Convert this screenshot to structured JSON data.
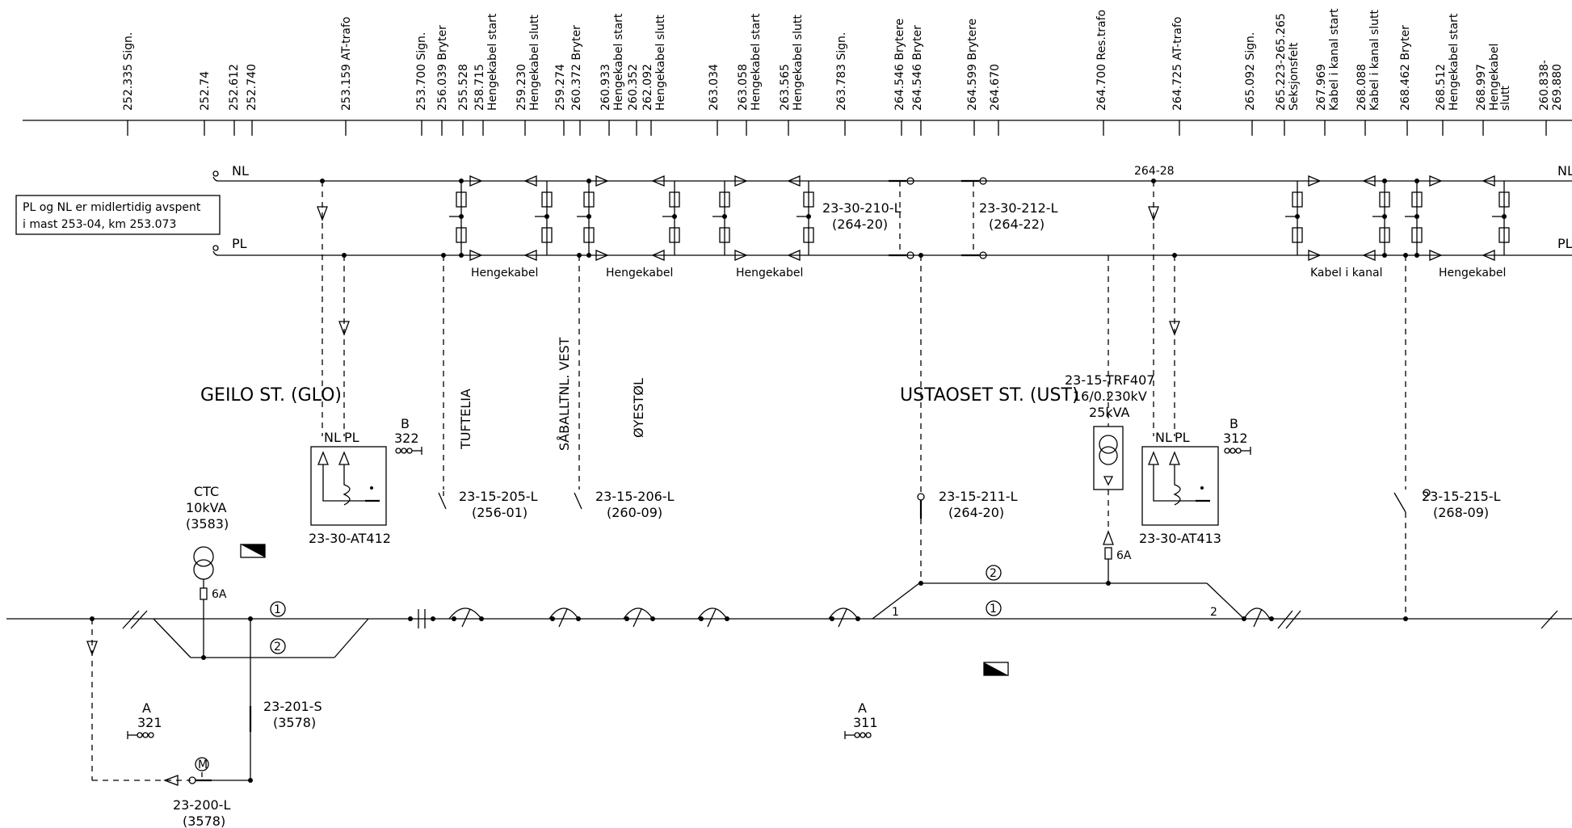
{
  "header_labels": [
    "252.335 Sign.",
    "252.74",
    "252.612",
    "252.740",
    "253.159 AT-trafo",
    "253.700 Sign.",
    "256.039 Bryter",
    "255.528",
    "258.715",
    "Hengekabel start",
    "259.230",
    "Hengekabel slutt",
    "259.274",
    "260.372 Bryter",
    "260.933",
    "Hengekabel start",
    "260.352",
    "262.092",
    "Hengekabel slutt",
    "263.034",
    "263.058",
    "Hengekabel start",
    "263.565",
    "Hengekabel slutt",
    "263.783 Sign.",
    "264.546 Brytere",
    "264.546 Bryter",
    "264.599 Brytere",
    "264.670",
    "264.700 Res.trafo",
    "264.725 AT-trafo",
    "265.092 Sign.",
    "265.223-265.265",
    "Seksjonsfelt",
    "267.969",
    "Kabel i kanal start",
    "268.088",
    "Kabel i kanal slutt",
    "268.462 Bryter",
    "268.512",
    "Hengekabel start",
    "268.997",
    "Hengekabel",
    "slutt",
    "260.838-",
    "269.880"
  ],
  "lines": {
    "nl_label": "NL",
    "pl_label": "PL",
    "nl_right": "NL",
    "pl_right": "PL",
    "mast_label": "264-28"
  },
  "note": {
    "line1": "PL og NL er midlertidig avspent",
    "line2": "i mast 253-04, km 253.073"
  },
  "cable_labels": {
    "hengekabel_1": "Hengekabel",
    "hengekabel_2": "Hengekabel",
    "hengekabel_3": "Hengekabel",
    "kabel_i_kanal": "Kabel i kanal",
    "hengekabel_4": "Hengekabel"
  },
  "switches": {
    "s210_name": "23-30-210-L",
    "s210_loc": "(264-20)",
    "s212_name": "23-30-212-L",
    "s212_loc": "(264-22)",
    "s205_name": "23-15-205-L",
    "s205_loc": "(256-01)",
    "s206_name": "23-15-206-L",
    "s206_loc": "(260-09)",
    "s211_name": "23-15-211-L",
    "s211_loc": "(264-20)",
    "s215_name": "23-15-215-L",
    "s215_loc": "(268-09)",
    "s201_name": "23-201-S",
    "s201_loc": "(3578)",
    "s200_name": "23-200-L",
    "s200_loc": "(3578)"
  },
  "stations": {
    "geilo": "GEILO ST. (GLO)",
    "ustaoset": "USTAOSET ST. (UST)",
    "tuftelia": "TUFTELIA",
    "sabalt": "SÅBALLTNL. VEST",
    "oyestol": "ØYESTØL"
  },
  "at_trafo": {
    "at412_name": "23-30-AT412",
    "at413_name": "23-30-AT413",
    "nl_tag": "NL",
    "pl_tag": "PL",
    "nl_tag_2": "NL",
    "pl_tag_2": "PL"
  },
  "trf407": {
    "line1": "23-15-TRF407",
    "line2": "16/0.230kV",
    "line3": "25kVA",
    "fuse": "6A"
  },
  "ctc": {
    "line1": "CTC",
    "line2": "10kVA",
    "line3": "(3583)",
    "fuse": "6A"
  },
  "signals": {
    "b322_letter": "B",
    "b322_num": "322",
    "b312_letter": "B",
    "b312_num": "312",
    "a321_letter": "A",
    "a321_num": "321",
    "a311_letter": "A",
    "a311_num": "311"
  },
  "track_labels": {
    "geilo_1": "1",
    "geilo_2": "2",
    "ust_1": "1",
    "ust_2": "2",
    "ust_end_left": "1",
    "ust_end_right": "2"
  },
  "motor": "M"
}
